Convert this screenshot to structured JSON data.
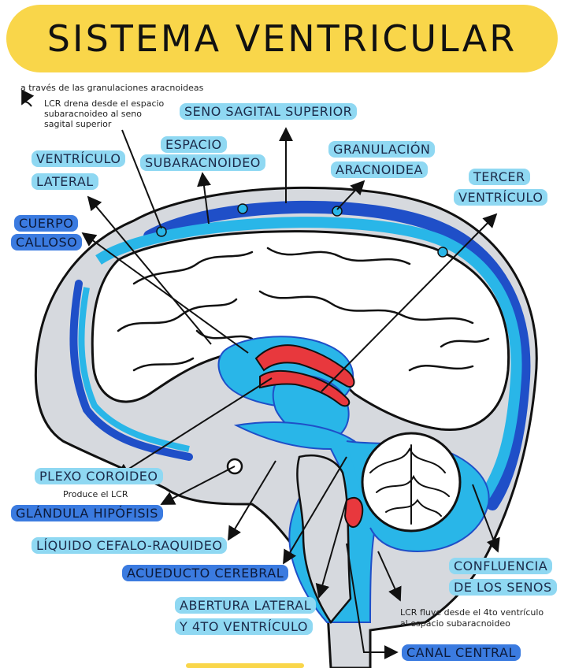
{
  "title": "SISTEMA VENTRICULAR",
  "labels": {
    "seno_sagital": "SENO SAGITAL SUPERIOR",
    "espacio_sub_1": "ESPACIO",
    "espacio_sub_2": "SUBARACNOIDEO",
    "granulacion_1": "GRANULACIÓN",
    "granulacion_2": "ARACNOIDEA",
    "ventriculo_lat_1": "VENTRÍCULO",
    "ventriculo_lat_2": "LATERAL",
    "tercer_1": "TERCER",
    "tercer_2": "VENTRÍCULO",
    "cuerpo_1": "CUERPO",
    "cuerpo_2": "CALLOSO",
    "plexo": "PLEXO COROIDEO",
    "glandula": "GLÁNDULA HIPÓFISIS",
    "liquido": "LÍQUIDO CEFALO-RAQUIDEO",
    "acueducto": "ACUEDUCTO CEREBRAL",
    "abertura_1": "ABERTURA LATERAL",
    "abertura_2": "Y 4TO VENTRÍCULO",
    "confluencia_1": "CONFLUENCIA",
    "confluencia_2": "DE LOS SENOS",
    "canal": "CANAL CENTRAL"
  },
  "notes": {
    "granulaciones": "a través de las granulaciones aracnoideas",
    "lcr_drena_1": "LCR drena desde el espacio",
    "lcr_drena_2": "subaracnoideo al seno",
    "lcr_drena_3": "sagital superior",
    "produce": "Produce el LCR",
    "lcr_fluye_1": "LCR fluye desde el 4to ventrículo",
    "lcr_fluye_2": "al espacio subaracnoideo"
  },
  "colors": {
    "banner": "#f9d64a",
    "csf_light": "#29b6e8",
    "sinus_blue": "#1f4fc8",
    "choroid_red": "#e8383d",
    "skull_gray": "#d6d9de",
    "label_light": "#8fd8f2",
    "label_blue": "#3b7be0"
  }
}
